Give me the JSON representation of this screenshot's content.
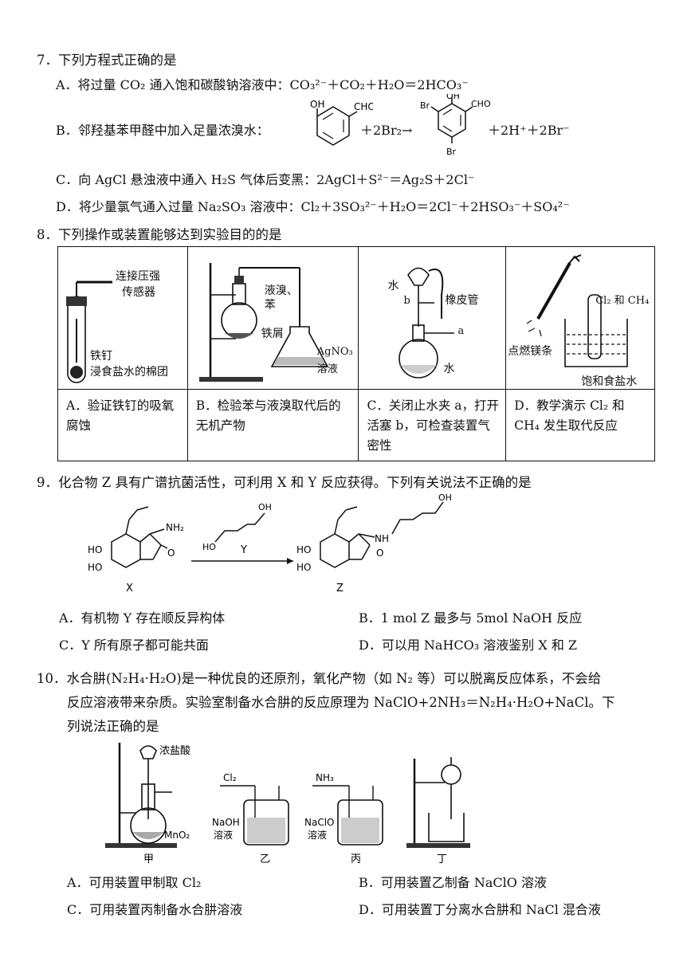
{
  "q7": {
    "stem": "7．下列方程式正确的是",
    "A": "A．将过量 CO₂ 通入饱和碳酸钠溶液中：CO₃²⁻＋CO₂＋H₂O＝2HCO₃⁻",
    "B_prefix": "B．邻羟基苯甲醛中加入足量浓溴水：",
    "B_plus": "＋2Br₂→",
    "B_products": "＋2H⁺＋2Br⁻",
    "C": "C．向 AgCl 悬浊液中通入 H₂S 气体后变黑：2AgCl＋S²⁻＝Ag₂S＋2Cl⁻",
    "D": "D．将少量氯气通入过量 Na₂SO₃ 溶液中：Cl₂＋3SO₃²⁻＋H₂O＝2Cl⁻＋2HSO₃⁻＋SO₄²⁻",
    "labels": {
      "oh": "OH",
      "cho": "CHO",
      "br": "Br"
    }
  },
  "q8": {
    "stem": "8．下列操作或装置能够达到实验目的的是",
    "figA": {
      "l1": "连接压强",
      "l2": "传感器",
      "l3": "铁钉",
      "l4": "浸食盐水的棉团"
    },
    "figB": {
      "l1": "液溴、",
      "l2": "苯",
      "l3": "铁屑",
      "l4": "AgNO₃",
      "l5": "溶液"
    },
    "figC": {
      "l1": "水",
      "l2": "b",
      "l3": "橡皮管",
      "l4": "a",
      "l5": "水"
    },
    "figD": {
      "l1": "Cl₂ 和 CH₄",
      "l2": "点燃镁条",
      "l3": "饱和食盐水"
    },
    "A": "A．验证铁钉的吸氧腐蚀",
    "B": "B．检验苯与液溴取代后的无机产物",
    "C": "C．关闭止水夹 a，打开活塞 b，可检查装置气密性",
    "D": "D．教学演示 Cl₂ 和 CH₄ 发生取代反应"
  },
  "q9": {
    "stem": "9．化合物 Z 具有广谱抗菌活性，可利用 X 和 Y 反应获得。下列有关说法不正确的是",
    "labels": {
      "X": "X",
      "Y": "Y",
      "Z": "Z",
      "ho": "HO",
      "oh": "OH",
      "nh2": "NH₂",
      "nh": "NH",
      "o": "O"
    },
    "A": "A．有机物 Y 存在顺反异构体",
    "B": "B．1 mol Z 最多与 5mol NaOH 反应",
    "C": "C．Y 所有原子都可能共面",
    "D": "D．可以用 NaHCO₃ 溶液鉴别 X 和 Z"
  },
  "q10": {
    "stem1": "10．水合肼(N₂H₄·H₂O)是一种优良的还原剂，氧化产物（如 N₂ 等）可以脱离反应体系，不会给",
    "stem2": "反应溶液带来杂质。实验室制备水合肼的反应原理为 NaClO+2NH₃＝N₂H₄·H₂O+NaCl。下",
    "stem3": "列说法正确的是",
    "fig": {
      "hcl": "浓盐酸",
      "mno2": "MnO₂",
      "cl2": "Cl₂",
      "naoh1": "NaOH",
      "naoh2": "溶液",
      "nh3": "NH₃",
      "naclo1": "NaClO",
      "naclo2": "溶液",
      "jia": "甲",
      "yi": "乙",
      "bing": "丙",
      "ding": "丁"
    },
    "A": "A．可用装置甲制取 Cl₂",
    "B": "B．可用装置乙制备 NaClO 溶液",
    "C": "C．可用装置丙制备水合肼溶液",
    "D": "D．可用装置丁分离水合肼和 NaCl 混合液"
  }
}
